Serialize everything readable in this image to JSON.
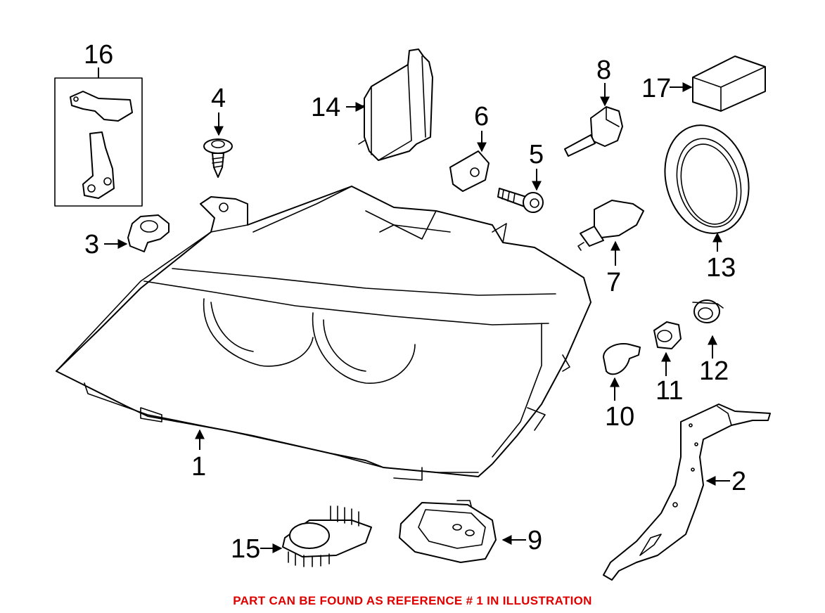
{
  "callouts": {
    "c1": "1",
    "c2": "2",
    "c3": "3",
    "c4": "4",
    "c5": "5",
    "c6": "6",
    "c7": "7",
    "c8": "8",
    "c9": "9",
    "c10": "10",
    "c11": "11",
    "c12": "12",
    "c13": "13",
    "c14": "14",
    "c15": "15",
    "c16": "16",
    "c17": "17"
  },
  "caption": "PART CAN BE FOUND AS REFERENCE # 1 IN ILLUSTRATION",
  "colors": {
    "caption": "#e00000",
    "line": "#000000",
    "background": "#ffffff"
  }
}
